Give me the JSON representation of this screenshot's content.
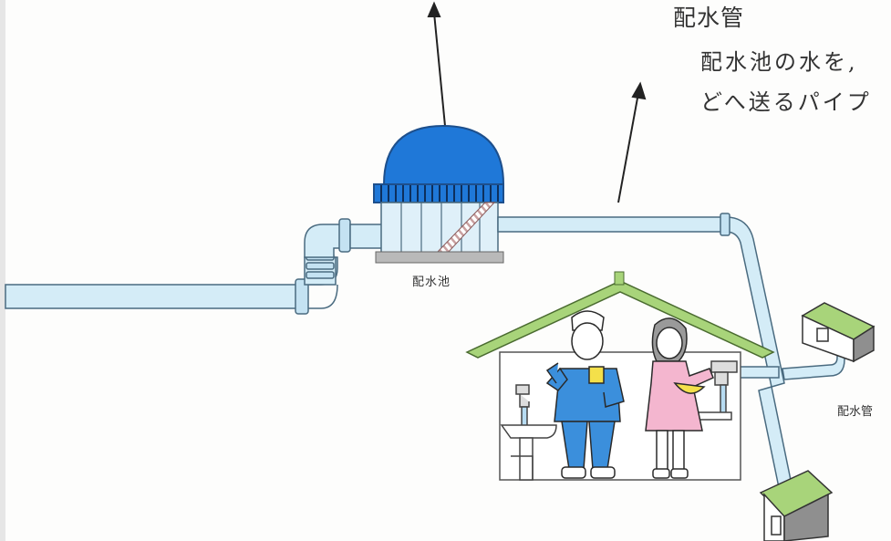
{
  "labels": {
    "title": "配水管",
    "description_line1": "配水池の水を,",
    "description_line2": "どへ送るパイプ",
    "tank": "配水池",
    "pipe_side": "配水管"
  },
  "colors": {
    "pipe_fill": "#d4ecf7",
    "pipe_stroke": "#4a6b80",
    "dome": "#1f78d8",
    "roof_green": "#a8d47a",
    "man_suit": "#3b8fdc",
    "woman_dress": "#f4b6cf",
    "house_wall": "#c8c8c8",
    "cup_yellow": "#f4e04a"
  }
}
